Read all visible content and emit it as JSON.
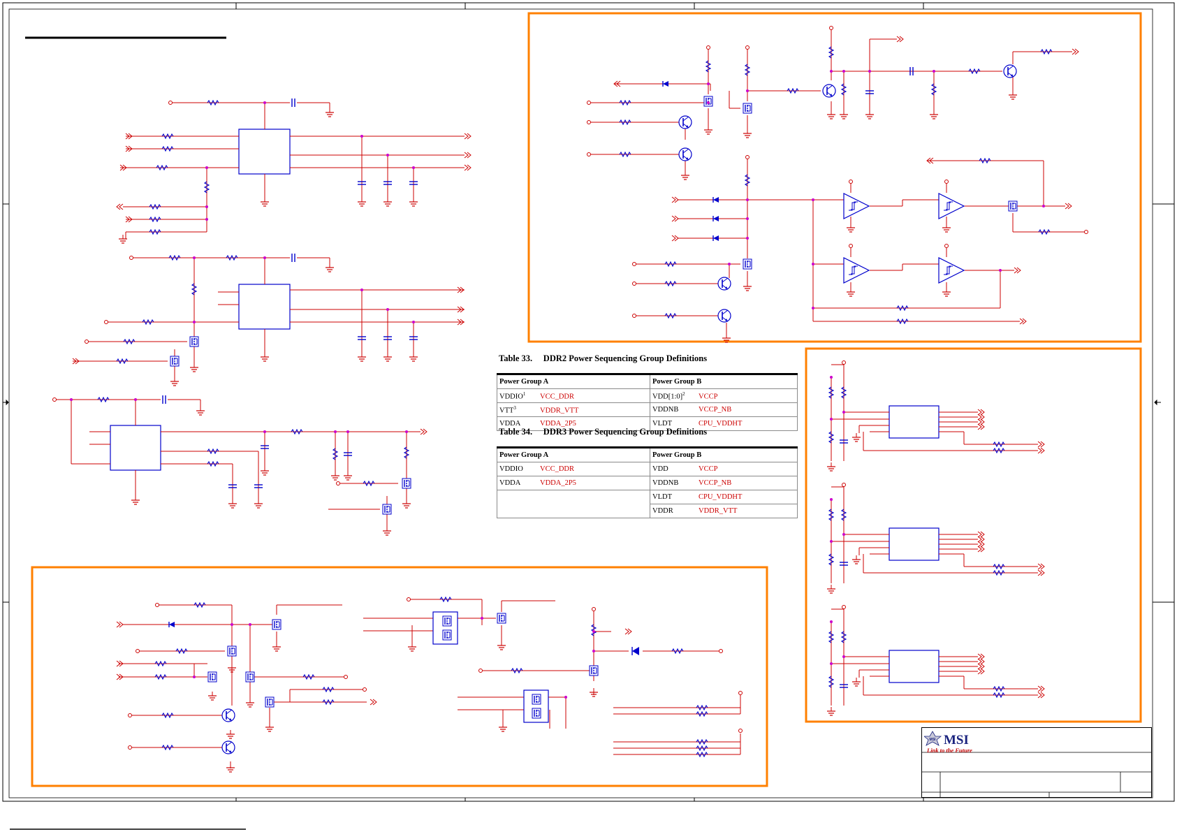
{
  "colors": {
    "wire": "#cc0000",
    "component": "#0000cc",
    "net_label": "#cc0000",
    "junction": "#cc00cc",
    "frame": "#ff8000",
    "logo_brand": "#1a237e",
    "logo_tagline": "#c00000"
  },
  "table33": {
    "caption_num": "Table 33.",
    "caption_text": "DDR2 Power Sequencing Group Definitions",
    "header": [
      "Power Group A",
      "Power Group B"
    ],
    "rows": [
      {
        "a_key": "VDDIO",
        "a_sup": "1",
        "a_val": "VCC_DDR",
        "b_key": "VDD[1:0]",
        "b_sup": "2",
        "b_val": "VCCP"
      },
      {
        "a_key": "VTT",
        "a_sup": "3",
        "a_val": "VDDR_VTT",
        "b_key": "VDDNB",
        "b_sup": "",
        "b_val": "VCCP_NB"
      },
      {
        "a_key": "VDDA",
        "a_sup": "",
        "a_val": "VDDA_2P5",
        "b_key": "VLDT",
        "b_sup": "",
        "b_val": "CPU_VDDHT"
      }
    ]
  },
  "table34": {
    "caption_num": "Table 34.",
    "caption_text": "DDR3 Power Sequencing Group Definitions",
    "header": [
      "Power Group A",
      "Power Group B"
    ],
    "rows": [
      {
        "a_key": "VDDIO",
        "a_val": "VCC_DDR",
        "b_key": "VDD",
        "b_val": "VCCP"
      },
      {
        "a_key": "VDDA",
        "a_val": "VDDA_2P5",
        "b_key": "VDDNB",
        "b_val": "VCCP_NB"
      },
      {
        "a_key": "",
        "a_val": "",
        "b_key": "VLDT",
        "b_val": "CPU_VDDHT"
      },
      {
        "a_key": "",
        "a_val": "",
        "b_key": "VDDR",
        "b_val": "VDDR_VTT"
      }
    ]
  },
  "logo": {
    "brand": "MSI",
    "tagline": "Link to the Future",
    "emblem_text": "MSI"
  },
  "icons": {
    "transistor": "npn-transistor-icon",
    "mosfet": "mosfet-icon",
    "ground": "ground-icon",
    "resistor": "resistor-icon",
    "capacitor": "capacitor-icon",
    "diode": "diode-icon",
    "offpage": "offpage-connector-icon",
    "comparator": "schmitt-buffer-icon"
  }
}
